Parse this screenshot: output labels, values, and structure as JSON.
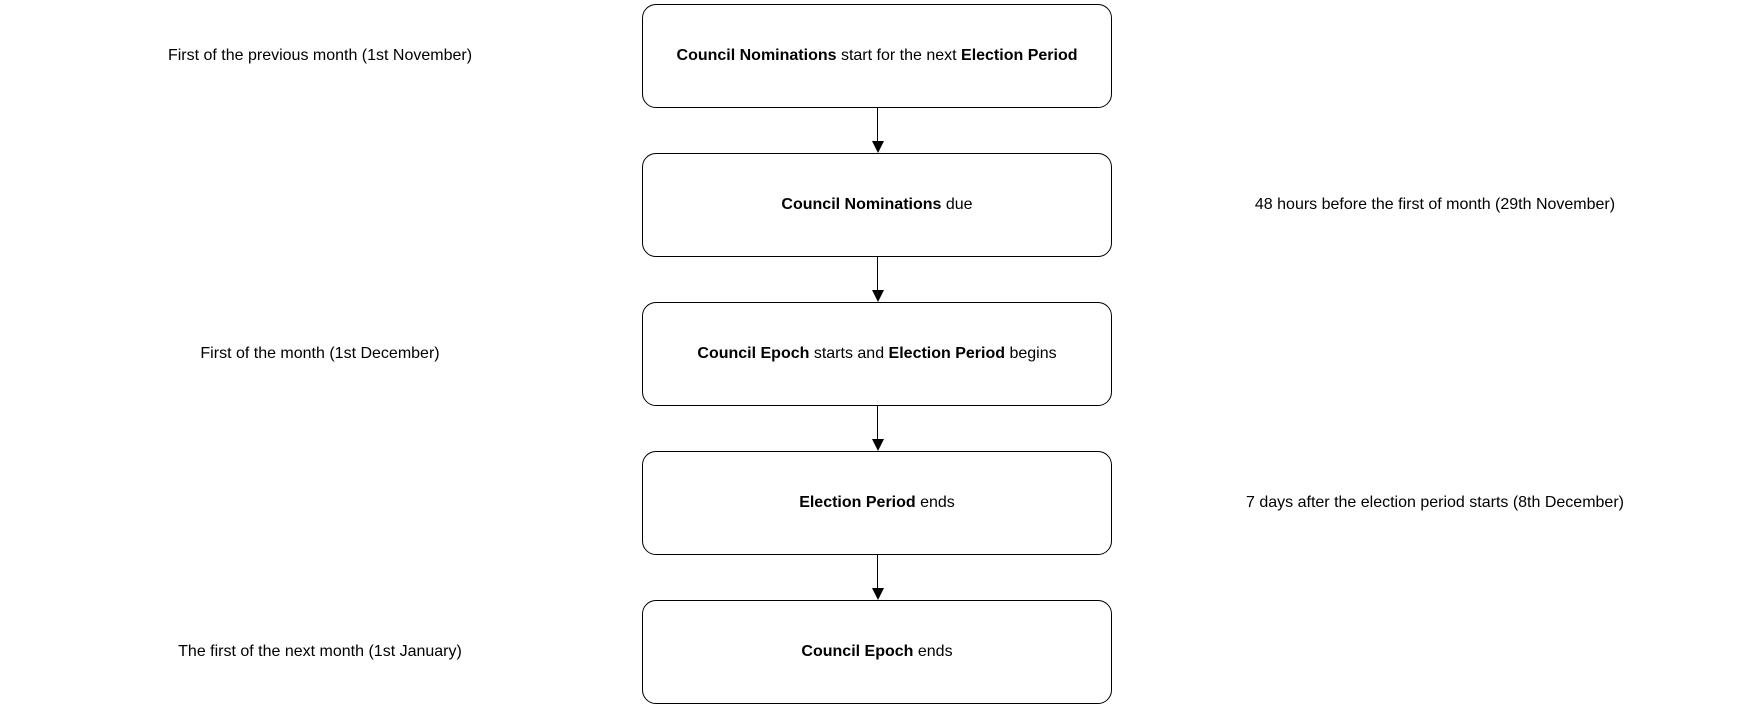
{
  "colors": {
    "background": "#ffffff",
    "box_fill": "#ffffff",
    "box_border": "#000000",
    "text": "#000000",
    "arrow": "#000000"
  },
  "steps": [
    {
      "segments": [
        {
          "text": "Council Nominations",
          "bold": true
        },
        {
          "text": " start for the next ",
          "bold": false
        },
        {
          "text": "Election Period",
          "bold": true
        }
      ],
      "annotation": {
        "side": "left",
        "text": "First of the previous month (1st November)"
      }
    },
    {
      "segments": [
        {
          "text": "Council Nominations",
          "bold": true
        },
        {
          "text": " due",
          "bold": false
        }
      ],
      "annotation": {
        "side": "right",
        "text": "48 hours before the first of month (29th November)"
      }
    },
    {
      "segments": [
        {
          "text": "Council Epoch",
          "bold": true
        },
        {
          "text": " starts and ",
          "bold": false
        },
        {
          "text": "Election Period",
          "bold": true
        },
        {
          "text": " begins",
          "bold": false
        }
      ],
      "annotation": {
        "side": "left",
        "text": "First of the month (1st December)"
      }
    },
    {
      "segments": [
        {
          "text": "Election Period",
          "bold": true
        },
        {
          "text": " ends",
          "bold": false
        }
      ],
      "annotation": {
        "side": "right",
        "text": "7 days after the election period starts (8th December)"
      }
    },
    {
      "segments": [
        {
          "text": "Council Epoch",
          "bold": true
        },
        {
          "text": " ends",
          "bold": false
        }
      ],
      "annotation": {
        "side": "left",
        "text": "The first of the next month (1st January)"
      }
    }
  ]
}
